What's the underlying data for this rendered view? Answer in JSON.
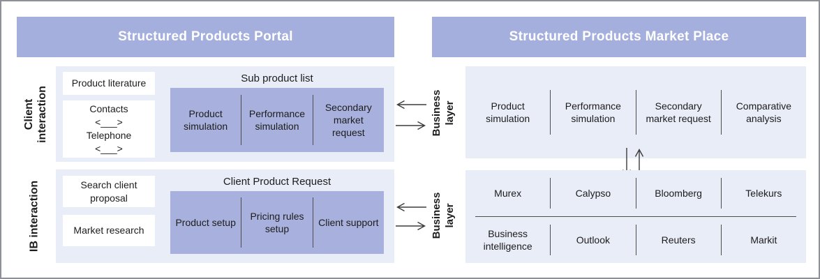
{
  "left": {
    "header_title": "Structured Products Portal",
    "client_section": {
      "side_label_lines": [
        "Client",
        "interaction"
      ],
      "literature_box": "Product literature",
      "contacts_box_lines": [
        "Contacts",
        "<___>",
        "Telephone",
        "<___>"
      ],
      "list_title": "Sub product list",
      "cells": [
        "Product simulation",
        "Performance simulation",
        "Secondary market request"
      ]
    },
    "ib_section": {
      "side_label": "IB interaction",
      "search_box": "Search client proposal",
      "market_box": "Market research",
      "list_title": "Client Product Request",
      "cells": [
        "Product setup",
        "Pricing rules setup",
        "Client support"
      ]
    }
  },
  "middle": {
    "top_label_lines": [
      "Business",
      "layer"
    ],
    "bottom_label_lines": [
      "Business",
      "layer"
    ]
  },
  "right": {
    "header_title": "Structured Products Market Place",
    "top_cells": [
      "Product simulation",
      "Performance simulation",
      "Secondary market request",
      "Comparative analysis"
    ],
    "bottom_row1": [
      "Murex",
      "Calypso",
      "Bloomberg",
      "Telekurs"
    ],
    "bottom_row2": [
      "Business intelligence",
      "Outlook",
      "Reuters",
      "Markit"
    ]
  },
  "icons": {
    "top_left_arrow": "arrow-left-icon",
    "top_right_arrow": "arrow-right-icon",
    "bottom_left_arrow": "arrow-left-icon",
    "bottom_right_arrow": "arrow-right-icon",
    "down_arrow": "arrow-down-icon",
    "up_arrow": "arrow-up-icon"
  },
  "colors": {
    "header_bg": "#a5afdd",
    "header_text": "#ffffff",
    "panel_bg": "#e9edf8",
    "cell_bg": "#a8b1dd",
    "frame_border": "#8d9097",
    "divider": "#4d4d4d",
    "arrow": "#3c3c3c",
    "text": "#1c1c1c"
  }
}
